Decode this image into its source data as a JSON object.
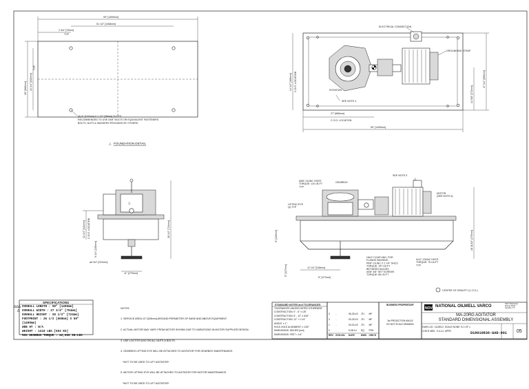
{
  "top_left": {
    "dim_overall": "59\" [1499mm]",
    "dim_bolt_span": "51 1/2\" [1308mm]",
    "dim_inset": "2 3/4\" [70mm]",
    "dim_inset_typ": "TYP",
    "dim_height": "26\" [660mm]",
    "dim_bolt_height": "21 1/4\" [540mm]",
    "dim_side_typ": "TYP",
    "note_lines": [
      "(4) 4\" [102mm] X 1 1/2\" [38mm] SLOTS.",
      "RECOMMENDED TO USE #3/8\" BOLTS OR EQUIVALENT FASTENERS.",
      "BOLTS, NUTS & WASHERS PROVIDED BY OTHERS."
    ],
    "caption": "FOUNDATION DETAIL"
  },
  "top_right": {
    "label_electrical": "ELECTRICAL CONNECTION",
    "label_grounding": "GROUNDING STRAP",
    "label_see_note_4": "SEE NOTE 4",
    "label_rotation": "ROTATION",
    "dim_cog_x": "27\" [686mm]",
    "cog_location": "C.O.G. LOCATION",
    "dim_overall": "59\" [1499mm]",
    "dim_cog_y": "14 1/2\" [368mm]",
    "cog_y_label": "C.O.G. LOCATION",
    "dim_right_1": "14 5/8\" [372mm]",
    "dim_right_2": "37 3/4\" [959mm]"
  },
  "bottom_left": {
    "dim_cog_height": "12 1/4\" [311mm]",
    "cog_height_label": "C.O.G. LOCATION",
    "dim_total_height": "28 1/2\" [724mm]",
    "dim_base": "9 1/4\" [235mm]",
    "dim_width": "11\" [279mm]",
    "dim_shaft_dia": "⌀8 3/4\" [222mm]"
  },
  "bottom_right": {
    "label_see_note_5": "SEE NOTE 5",
    "label_hoist": "#5/8\"-11UNC HOIST\nTORQUE: 110 LB-FT\nTYP",
    "label_gearbox": "GEARBOX",
    "label_motor": "MOTOR\n(SEE NOTE 6)",
    "label_lifting": "LIFTING EYE\n(4) TYP",
    "label_coupling": "HALF COUPLING, FOR\nFLANGE BEARING\n#5/8\"-11UNC X 2 1/4\" SHCS\nTORQUE: 157 LB-FT\nBETWEEN HALVES\n#3/8\" 3/8\" SET SCREWS\nTORQUE: 85 LB-FT",
    "label_bolts": "#1/2\"-13UNC HHCS\nTORQUE: 75 LB-FT\nTYP",
    "dim_height": "18 11/16\" [475mm]",
    "dim_left_1": "5\" [127mm]",
    "dim_left_2": "9\" [229mm]",
    "dim_shaft": "12 1/2\" [318mm]",
    "dim_center": "5\" [127mm]",
    "cog_legend": "CENTER OF GRAVITY (C.O.G.)"
  },
  "specifications": {
    "title": "SPECIFICATIONS",
    "rows": [
      "OVERALL LENGTH : 59\" [1499mm]",
      "OVERALL WIDTH  : 27 3/4\" [704mm]",
      "OVERALL HEIGHT : 28 1/2\" [724mm]",
      "FOOTPRINT : 26 1/2 [660mm] X 59\" [1499mm]",
      "WEB HT : N/A",
      "WEIGHT : 1218 LBS [553 KG]",
      "MAX GEARBOX TORQUE : 42,000 IN-LBS"
    ],
    "row_marks": [
      "△△△",
      "△",
      "",
      "",
      "",
      "",
      ""
    ]
  },
  "notes": {
    "title": "NOTES:",
    "lines": [
      "1. SERVICE AREA 12\" [305mm] AROUND PERIMETER OF BASE AND ABOVE EQUIPMENT.",
      "2. ACTUAL MOTOR MAY VARY FROM MOTOR SHOWN DUE TO VARIATIONS IN MOTOR SUPPLIER DESIGN.",
      "3. USE LOCTITE #242 ON ALL NUTS & BOLTS.",
      "4. GEARBOX LIFTING EYE WILL BE ATTACHED TO AGITATOR FOR GEARBOX MAINTENANCE.",
      "   *NOT TO BE USED TO LIFT AGITATOR*",
      "5. MOTOR LIFTING EYE WILL BE ATTACHED TO AGITATOR FOR MOTOR MAINTENANCE.",
      "   *NOT TO BE USED TO LIFT AGITATOR*"
    ]
  },
  "tolerances": {
    "title": "STANDARD NOTES and TOLERANCES",
    "lines": [
      "TOLERANCES UNLESS NOTED OTHERWISE",
      "CONSTRUCTION: 0\" - 6\" ± 1/8\"",
      "CONSTRUCTION: 6\" - 12\" ± 3/16\"",
      "CONSTRUCTION: 12\" + ± 1/4\"",
      "ANGLE: ± 1°",
      "HOLE-HOLE ALIGNMENT: ± 1/32\"",
      "DIMENSIONS: INCHES [mm]",
      "DIMENSIONS: FEET = 1/4\""
    ]
  },
  "revisions": {
    "headers": [
      "REV",
      "ECN NO.",
      "DATE",
      "DWN",
      "CHK'D"
    ],
    "rows": [
      [
        "3",
        "-",
        "05-28-15",
        "JTL",
        "MF"
      ],
      [
        "2",
        "-",
        "03-25-15",
        "JTL",
        "MF"
      ],
      [
        "1",
        "-",
        "03-03-15",
        "JTL",
        "MF"
      ],
      [
        "0",
        "-",
        "9-28-14",
        "DQ",
        "PSH"
      ]
    ]
  },
  "title_block": {
    "proprietary": "BUSINESS PROPRIETARY",
    "third_angle": "3rd PROJECTION ANGLE",
    "do_not_scale": "DO NOT SCALE DRAWING",
    "logo": "NOV",
    "company": "NATIONAL OILWELL VARCO",
    "company_small": "NOV Tuboscope\nEnergy Road\nHouston, TX",
    "title_line1": "MA-20RG AGITATOR",
    "title_line2": "STANDARD DIMENSIONAL ASSEMBLY",
    "scale_label": "SCALE",
    "scale_value": "NONE",
    "drawn_label": "DWN",
    "drawn_value": "LCD",
    "check_label": "CHK'D",
    "check_value": "MEIL",
    "appr_label": "APPR",
    "date_drawn": "11/28/13",
    "date_check": "9-3-14",
    "size": "B",
    "sheet": "1 OF 1",
    "drawing_number": "D18010836-GAD-001",
    "revision": "05"
  },
  "icons": {
    "arrow": "down-arrow-icon",
    "cog": "center-of-gravity-icon",
    "warning": "warning-triangle-icon"
  }
}
